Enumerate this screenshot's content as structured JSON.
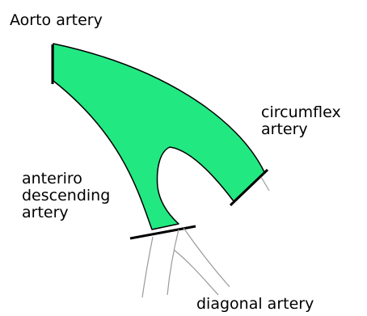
{
  "labels": {
    "aorto": "Aorto artery",
    "circumflex_line1": "circumflex",
    "circumflex_line2": "artery",
    "anterior_line1": "anteriro",
    "anterior_line2": "descending",
    "anterior_line3": "artery",
    "diagonal": "diagonal artery"
  },
  "colors": {
    "vessel_fill": "#22e882",
    "vessel_outline": "#000000",
    "cut_line": "#000000",
    "faint_vessel": "#9a9a9a",
    "background": "#ffffff"
  }
}
